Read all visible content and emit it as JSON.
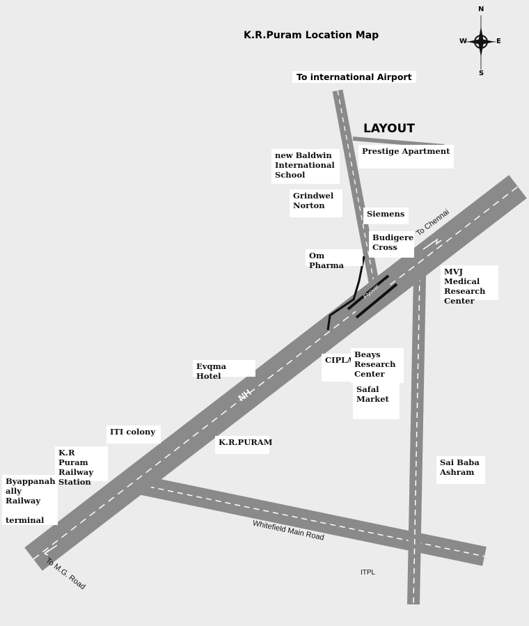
{
  "map": {
    "title": "K.R.Puram Location Map",
    "airport_label": "To international Airport",
    "layout_label": "LAYOUT",
    "compass": {
      "n": "N",
      "s": "S",
      "e": "E",
      "w": "W"
    }
  },
  "roads": {
    "nh": "NH",
    "to_chennai": "To Chennai",
    "to_mg_road": "To M.G. Road",
    "whitefield": "Whitefield Main Road",
    "flyover": "Flyover",
    "itpl": "ITPL"
  },
  "places": {
    "prestige": "Prestige Apartment",
    "baldwin": "new Baldwin\nInternational\nSchool",
    "grindwel": "Grindwel\nNorton",
    "siemens": "Siemens",
    "budigere": "Budigere\nCross",
    "om_pharma": "Om Pharma",
    "mvj": "MVJ Medical\nResearch\nCenter",
    "evqma": "Evqma Hotel",
    "cipla": "CIPLA",
    "beays": "Beays\nResearch\nCenter",
    "safal": "Safal\nMarket",
    "iti": "ITI colony",
    "krpuram": "K.R.PURAM",
    "kr_station": "K.R Puram\nRailway\nStation",
    "byappanahalli": "Byappanah\nally Railway\n\nterminal",
    "sai_baba": "Sai Baba\nAshram"
  }
}
